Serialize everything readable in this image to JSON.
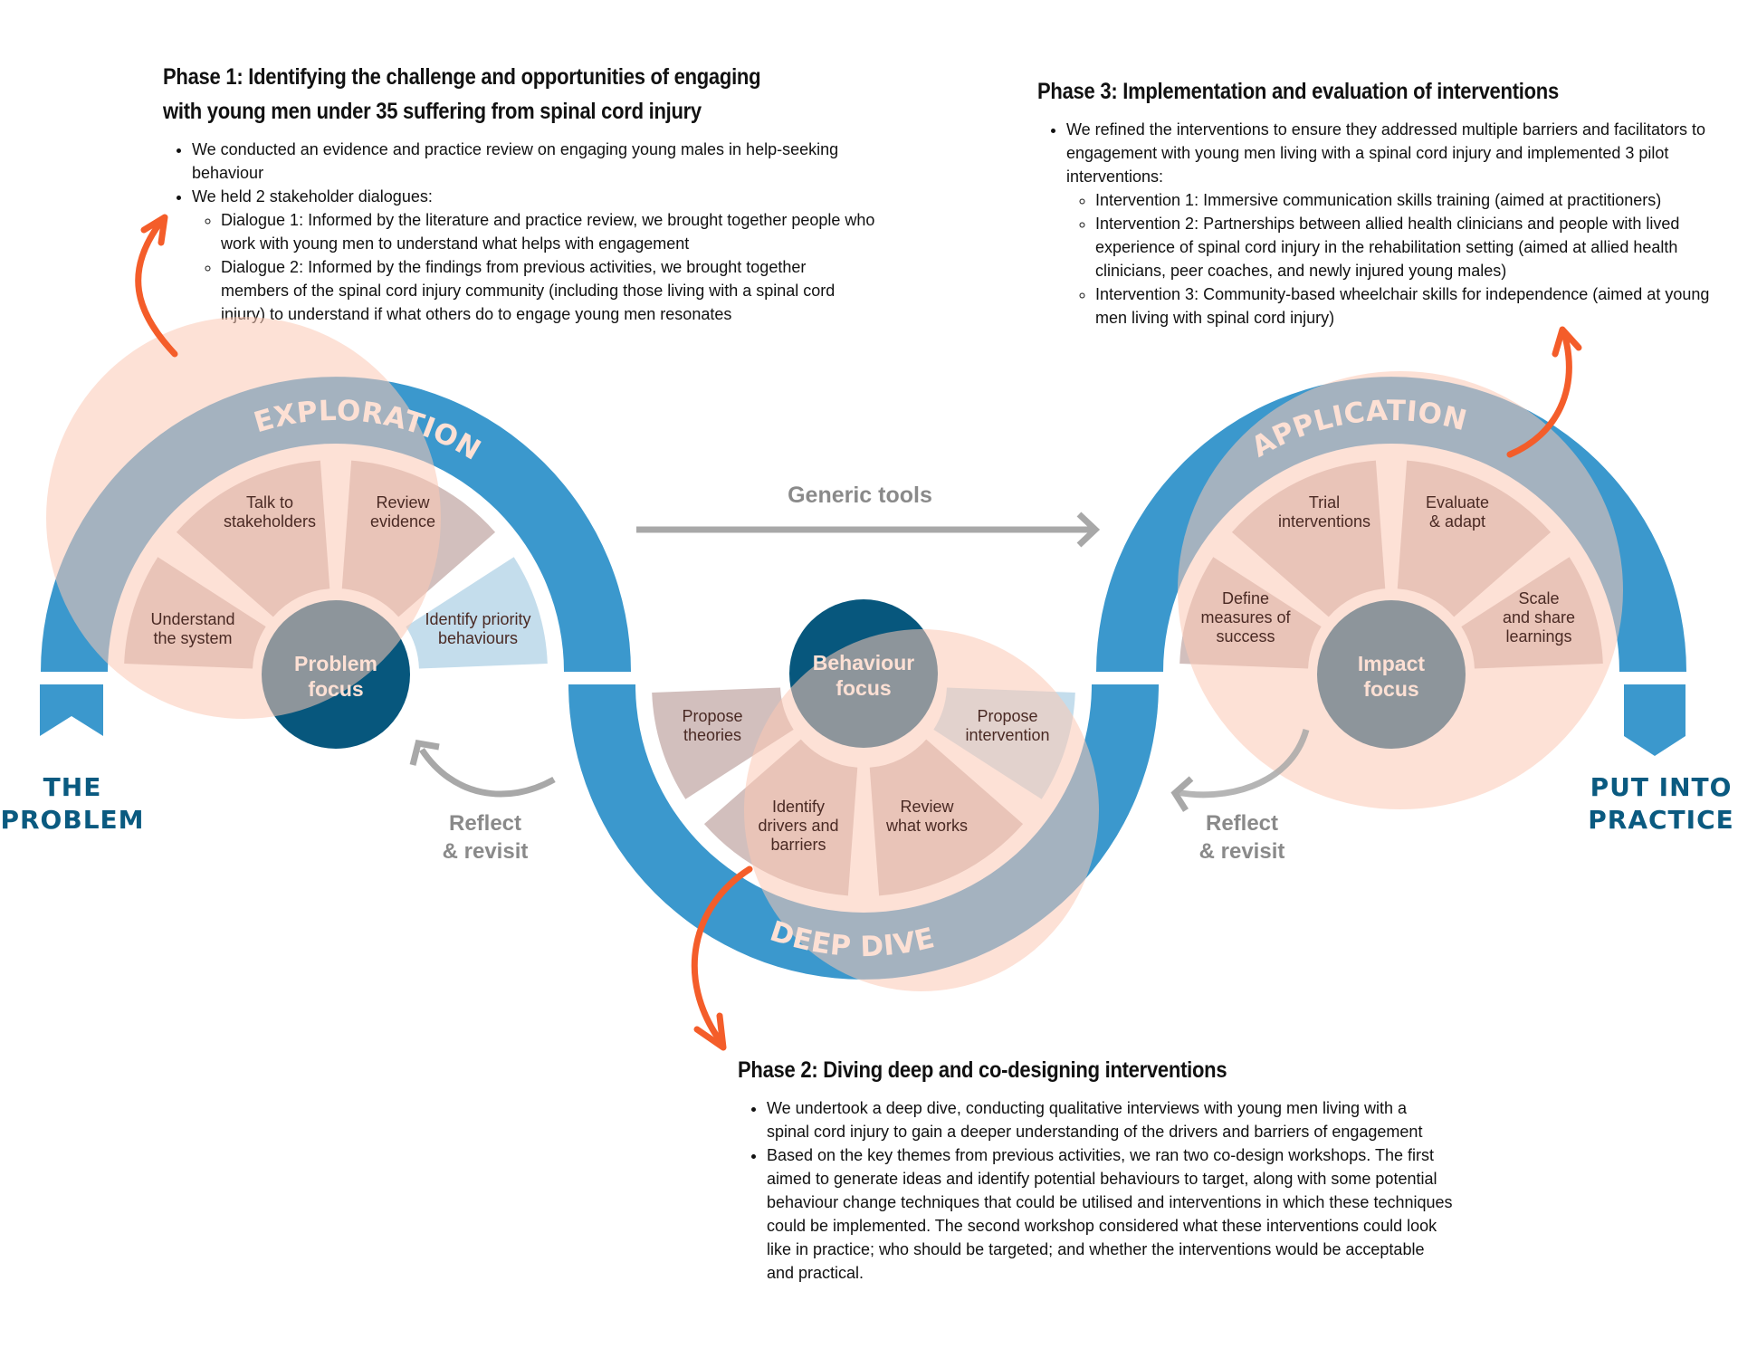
{
  "phases": {
    "phase1": {
      "title": "Phase 1: Identifying the challenge and opportunities of engaging with young men under 35 suffering from spinal cord injury",
      "bullets": [
        "We conducted an evidence and practice review on engaging young males in help-seeking behaviour",
        "We held 2 stakeholder dialogues:"
      ],
      "sub_bullets": [
        "Dialogue 1: Informed by the literature and practice review, we brought together people who work with young men to understand what helps with engagement",
        "Dialogue 2: Informed by the findings from previous activities, we brought together members of the spinal cord injury community (including those living with a spinal cord injury) to understand if what others do to engage young men resonates"
      ]
    },
    "phase2": {
      "title": "Phase 2: Diving deep and co-designing interventions",
      "bullets": [
        "We undertook a deep dive, conducting qualitative interviews with young men living with a spinal cord injury to gain a deeper understanding of the drivers and barriers of engagement",
        "Based on the key themes from previous activities, we ran two co-design workshops. The first aimed to generate ideas and identify potential behaviours to target, along with some potential behaviour change techniques that could be utilised and interventions in which these techniques could be implemented. The second workshop considered what these interventions could look like in practice; who should be targeted; and whether the interventions would be acceptable and practical."
      ]
    },
    "phase3": {
      "title": "Phase 3: Implementation and evaluation of interventions",
      "bullets": [
        "We refined the interventions to ensure they addressed multiple barriers and facilitators to engagement with young men living with a spinal cord injury and implemented 3 pilot interventions:"
      ],
      "sub_bullets": [
        "Intervention 1: Immersive communication skills training (aimed at practitioners)",
        "Intervention 2: Partnerships between allied health clinicians and people with lived experience of spinal cord injury in the rehabilitation setting (aimed at allied health clinicians, peer coaches, and newly injured young males)",
        "Intervention 3: Community-based wheelchair skills for independence (aimed at young men living with spinal cord injury)"
      ]
    }
  },
  "diagram": {
    "start_label": [
      "THE",
      "PROBLEM"
    ],
    "end_label": [
      "PUT INTO",
      "PRACTICE"
    ],
    "generic_tools": "Generic tools",
    "reflect_left": [
      "Reflect",
      "& revisit"
    ],
    "reflect_right": [
      "Reflect",
      "& revisit"
    ],
    "stages": {
      "exploration": {
        "arc_label": "EXPLORATION",
        "focus": [
          "Problem",
          "focus"
        ],
        "segments": [
          [
            "Understand",
            "the system"
          ],
          [
            "Talk to",
            "stakeholders"
          ],
          [
            "Review",
            "evidence"
          ],
          [
            "Identify priority",
            "behaviours"
          ]
        ]
      },
      "deep_dive": {
        "arc_label": "DEEP DIVE",
        "focus": [
          "Behaviour",
          "focus"
        ],
        "segments": [
          [
            "Propose",
            "theories"
          ],
          [
            "Identify",
            "drivers and",
            "barriers"
          ],
          [
            "Review",
            "what works"
          ],
          [
            "Propose",
            "intervention"
          ]
        ]
      },
      "application": {
        "arc_label": "APPLICATION",
        "focus": [
          "Impact",
          "focus"
        ],
        "segments": [
          [
            "Define",
            "measures of",
            "success"
          ],
          [
            "Trial",
            "interventions"
          ],
          [
            "Evaluate",
            "& adapt"
          ],
          [
            "Scale",
            "and share",
            "learnings"
          ]
        ]
      }
    }
  },
  "colors": {
    "arc_blue": "#3b98cd",
    "segment_blue": "#c4ddec",
    "focus_navy": "#07577d",
    "salmon": "#fcc9b5",
    "orange_arrow": "#f45d2a",
    "grey_arrow": "#a8a8a8",
    "label_navy": "#0a5a80",
    "arc_text": "#fde0d4",
    "segment_text": "#4a2a24"
  }
}
